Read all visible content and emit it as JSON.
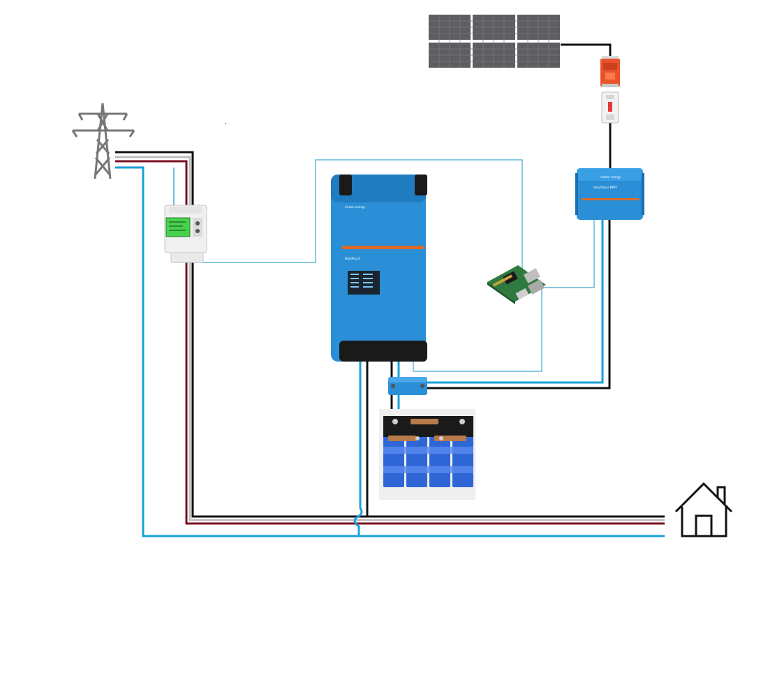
{
  "inverter": {
    "brand": "victron energy",
    "model": "MultiPlus-II"
  },
  "mppt": {
    "brand": "victron energy",
    "model": "SmartSolar MPPT"
  },
  "colors": {
    "line_black": "#111111",
    "line_red": "#7a1020",
    "line_grey": "#bcbcbc",
    "line_blue": "#1aa0d8",
    "comm_blue": "#3aa9cf",
    "victron_blue": "#2a8fd6",
    "battery_blue": "#2f66d6",
    "spd_orange": "#e8532b",
    "meter_screen": "#46d24b",
    "pcb_green": "#2f7a3e"
  },
  "icons": [
    "pylon-icon",
    "house-icon",
    "solar-panel-icon",
    "surge-protector-icon",
    "dc-breaker-icon",
    "mppt-charger-icon",
    "inverter-charger-icon",
    "raspberry-pi-icon",
    "battery-monitor-shunt-icon",
    "lifepo4-battery-icon",
    "energy-meter-icon"
  ]
}
